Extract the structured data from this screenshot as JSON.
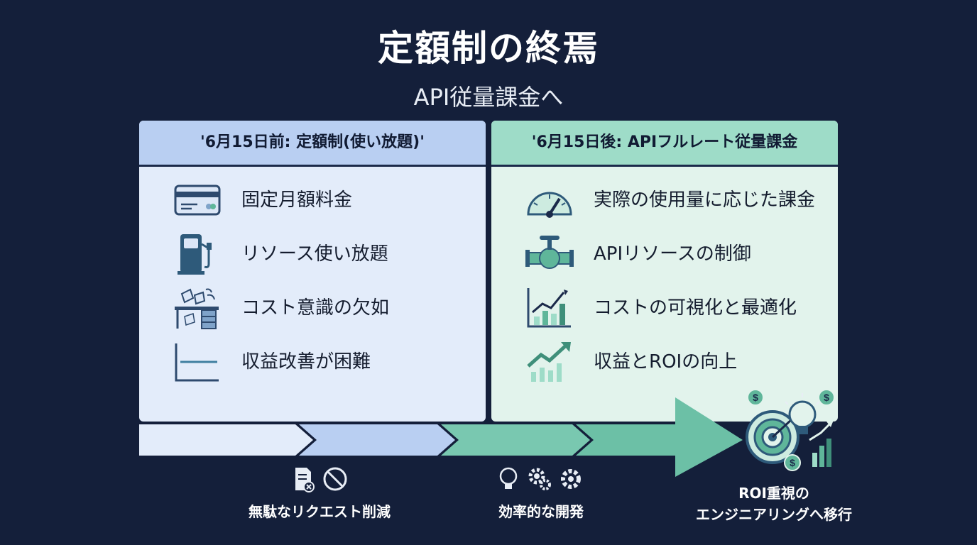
{
  "header": {
    "title": "定額制の終焉",
    "subtitle": "API従量課金へ"
  },
  "before": {
    "heading": "'6月15日前: 定額制(使い放題)'",
    "items": [
      {
        "label": "固定月額料金",
        "icon": "credit-card-icon"
      },
      {
        "label": "リソース使い放題",
        "icon": "fuel-pump-icon"
      },
      {
        "label": "コスト意識の欠如",
        "icon": "messy-desk-icon"
      },
      {
        "label": "収益改善が困難",
        "icon": "flat-chart-icon"
      }
    ]
  },
  "after": {
    "heading": "'6月15日後: APIフルレート従量課金",
    "items": [
      {
        "label": "実際の使用量に応じた課金",
        "icon": "gauge-meter-icon"
      },
      {
        "label": "APIリソースの制御",
        "icon": "valve-icon"
      },
      {
        "label": "コストの可視化と最適化",
        "icon": "bar-chart-icon"
      },
      {
        "label": "収益とROIの向上",
        "icon": "growth-chart-icon"
      }
    ]
  },
  "outcomes": [
    {
      "label": "無駄なリクエスト削減",
      "icons": [
        "document-x-icon",
        "prohibited-icon"
      ]
    },
    {
      "label": "効率的な開発",
      "icons": [
        "lightbulb-icon",
        "gears-icon",
        "gear-icon"
      ]
    },
    {
      "label_line1": "ROI重視の",
      "label_line2": "エンジニアリングへ移行",
      "icons": [
        "target-lightbulb-growth-icon"
      ]
    }
  ],
  "colors": {
    "background": "#141f3a",
    "before_accent": "#b9cff2",
    "after_accent": "#9edcc8",
    "icon_dark": "#2e5a7a",
    "icon_teal": "#5fb69a"
  }
}
